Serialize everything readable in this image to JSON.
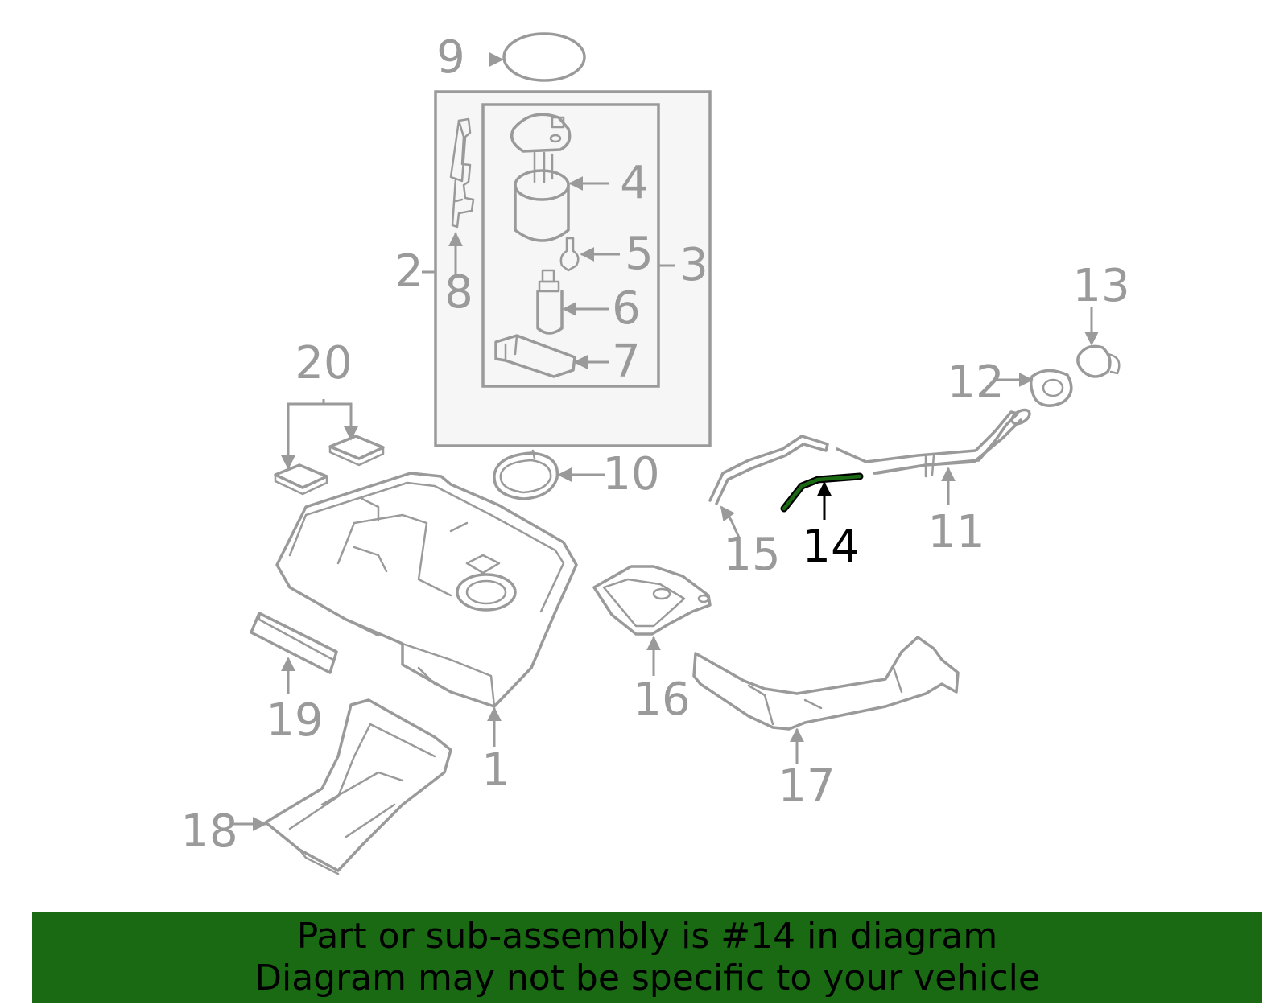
{
  "callouts": [
    {
      "id": "1",
      "label": "1"
    },
    {
      "id": "2",
      "label": "2"
    },
    {
      "id": "3",
      "label": "3"
    },
    {
      "id": "4",
      "label": "4"
    },
    {
      "id": "5",
      "label": "5"
    },
    {
      "id": "6",
      "label": "6"
    },
    {
      "id": "7",
      "label": "7"
    },
    {
      "id": "8",
      "label": "8"
    },
    {
      "id": "9",
      "label": "9"
    },
    {
      "id": "10",
      "label": "10"
    },
    {
      "id": "11",
      "label": "11"
    },
    {
      "id": "12",
      "label": "12"
    },
    {
      "id": "13",
      "label": "13"
    },
    {
      "id": "14",
      "label": "14"
    },
    {
      "id": "15",
      "label": "15"
    },
    {
      "id": "16",
      "label": "16"
    },
    {
      "id": "17",
      "label": "17"
    },
    {
      "id": "18",
      "label": "18"
    },
    {
      "id": "19",
      "label": "19"
    },
    {
      "id": "20",
      "label": "20"
    }
  ],
  "highlighted_part": "14",
  "banner": {
    "line1": "Part or sub-assembly is #14 in diagram",
    "line2": "Diagram may not be specific to your vehicle"
  },
  "colors": {
    "banner_bg": "#1a6a14",
    "outline": "#9a9a9a",
    "highlight_part": "#1a6a14",
    "highlight_label": "#000000"
  }
}
